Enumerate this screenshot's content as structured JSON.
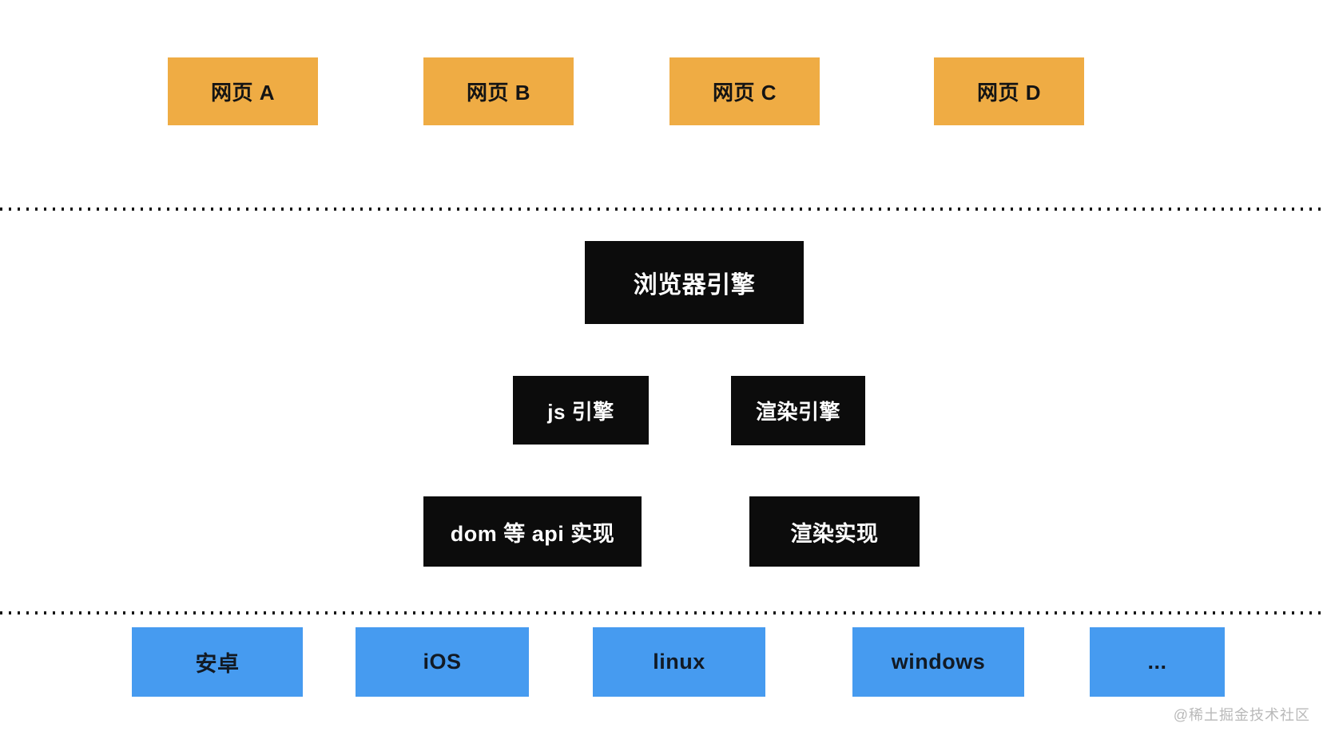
{
  "diagram": {
    "description": "browser-architecture-layers-diagram",
    "webpage_layer": {
      "items": [
        {
          "label": "网页 A"
        },
        {
          "label": "网页 B"
        },
        {
          "label": "网页 C"
        },
        {
          "label": "网页 D"
        }
      ]
    },
    "engine_layer": {
      "browser_engine": "浏览器引擎",
      "js_engine": "js 引擎",
      "render_engine": "渲染引擎",
      "dom_api_impl": "dom 等 api 实现",
      "render_impl": "渲染实现"
    },
    "os_layer": {
      "items": [
        {
          "label": "安卓"
        },
        {
          "label": "iOS"
        },
        {
          "label": "linux"
        },
        {
          "label": "windows"
        },
        {
          "label": "..."
        }
      ]
    },
    "watermark": "@稀土掘金技术社区",
    "colors": {
      "webpage_box": "#efac44",
      "engine_box": "#0c0c0c",
      "os_box": "#469bf0",
      "separator_dots": "#161616",
      "watermark_text": "#b9b9b9"
    }
  }
}
